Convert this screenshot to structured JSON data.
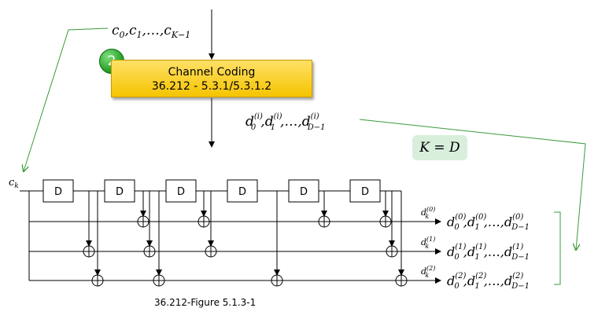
{
  "input_sequence": "c₀, c₁, …, cₖ₋₁",
  "input_parts": {
    "c0": "c",
    "s0": "0",
    "c1": "c",
    "s1": "1",
    "cK": "c",
    "sK": "K−1"
  },
  "channel_coding": {
    "badge": "2",
    "title": "Channel Coding",
    "subtitle": "36.212 - 5.3.1/5.3.1.2"
  },
  "output_sequence_parts": {
    "d": "d",
    "i": "(i)",
    "s0": "0",
    "s1": "1",
    "sD": "D−1"
  },
  "relation": "K = D",
  "encoder": {
    "input_label": "c",
    "input_sub": "k",
    "delay_label": "D",
    "delay_count": 6,
    "outputs": [
      {
        "label": "d",
        "sup": "(0)",
        "sub": "k",
        "seq_sup": "(0)"
      },
      {
        "label": "d",
        "sup": "(1)",
        "sub": "k",
        "seq_sup": "(1)"
      },
      {
        "label": "d",
        "sup": "(2)",
        "sub": "k",
        "seq_sup": "(2)"
      }
    ]
  },
  "caption": "36.212-Figure 5.1.3-1",
  "colors": {
    "accent_line": "#3a9a3a",
    "box_fill": "#ffd21f",
    "badge": "#2aa52a",
    "kd_fill": "#d8efdc"
  }
}
